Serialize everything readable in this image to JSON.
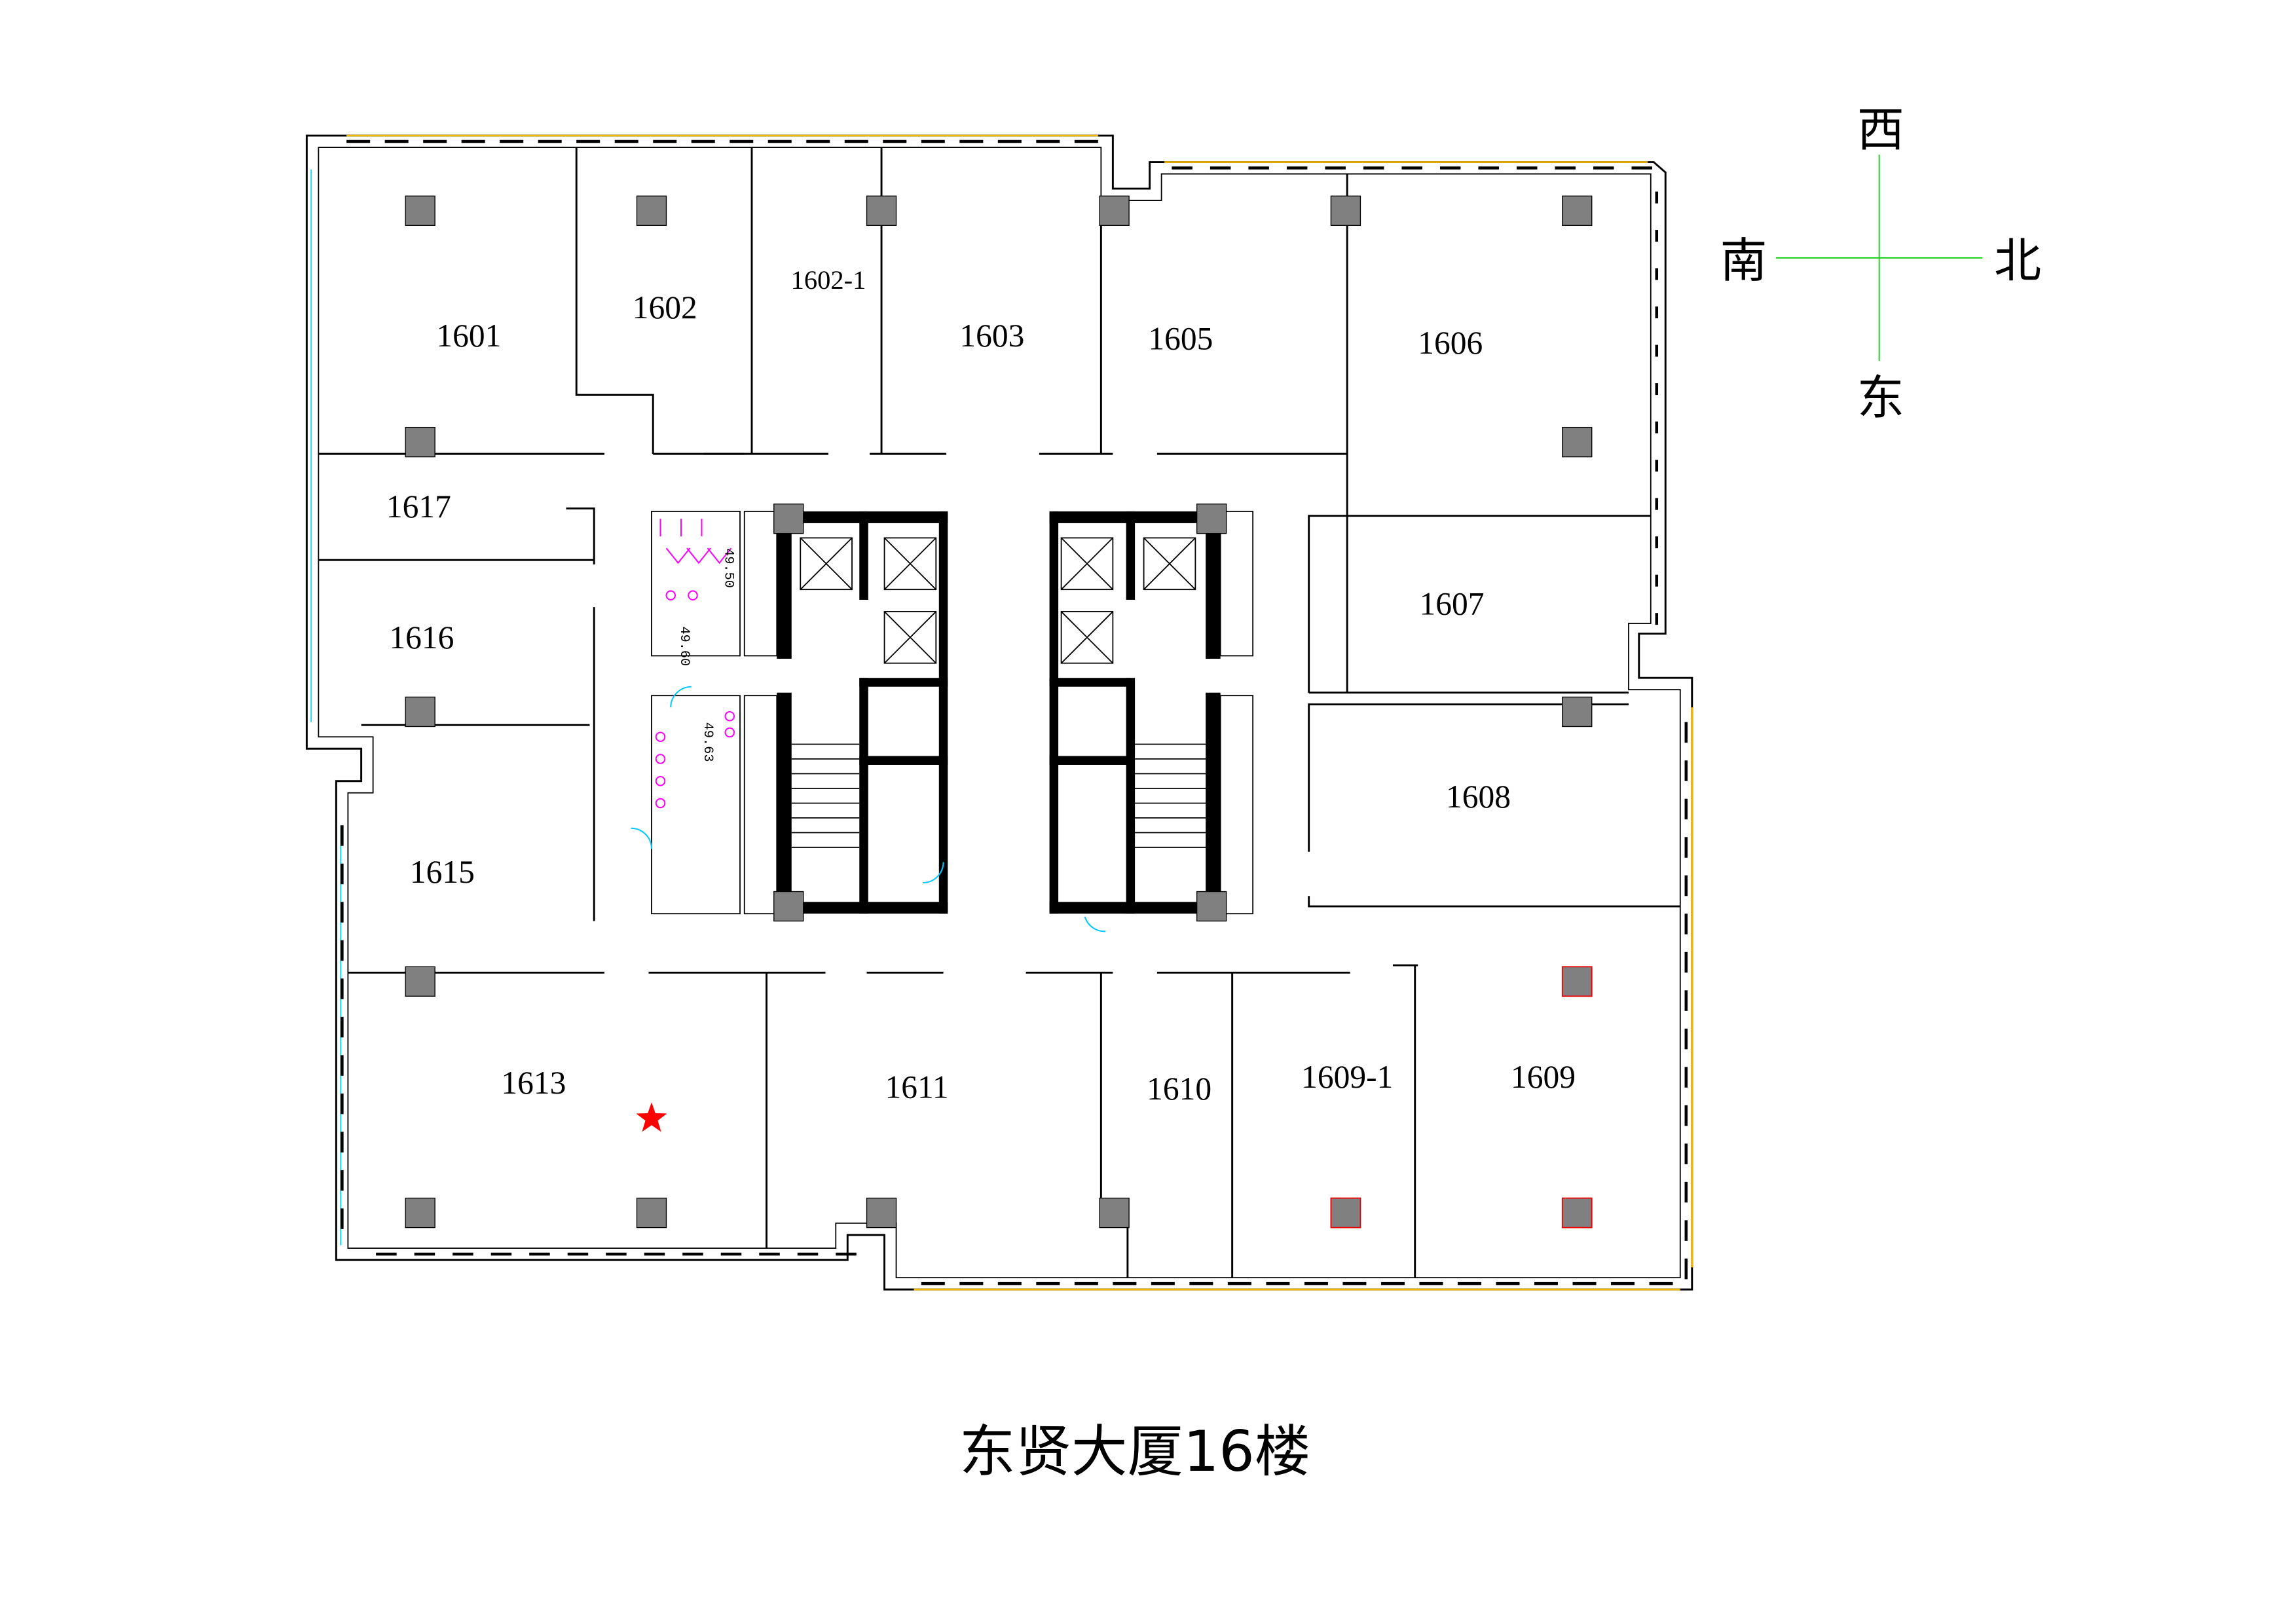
{
  "title": "东贤大厦16楼",
  "compass": {
    "west": "西",
    "south": "南",
    "north": "北",
    "east": "东",
    "line_color": "#00cc00"
  },
  "rooms": [
    "1601",
    "1602",
    "1602-1",
    "1603",
    "1605",
    "1606",
    "1607",
    "1608",
    "1609",
    "1609-1",
    "1610",
    "1611",
    "1613",
    "1615",
    "1616",
    "1617"
  ],
  "fixture_labels": [
    "49.50",
    "49.60",
    "49.63"
  ],
  "marker": {
    "icon": "star-icon",
    "color": "#ff0000",
    "room": "1613"
  },
  "colors": {
    "column": "#808080",
    "window": "#f5b800",
    "glass": "#00e5ff",
    "sanitary": "#ff00ff"
  }
}
